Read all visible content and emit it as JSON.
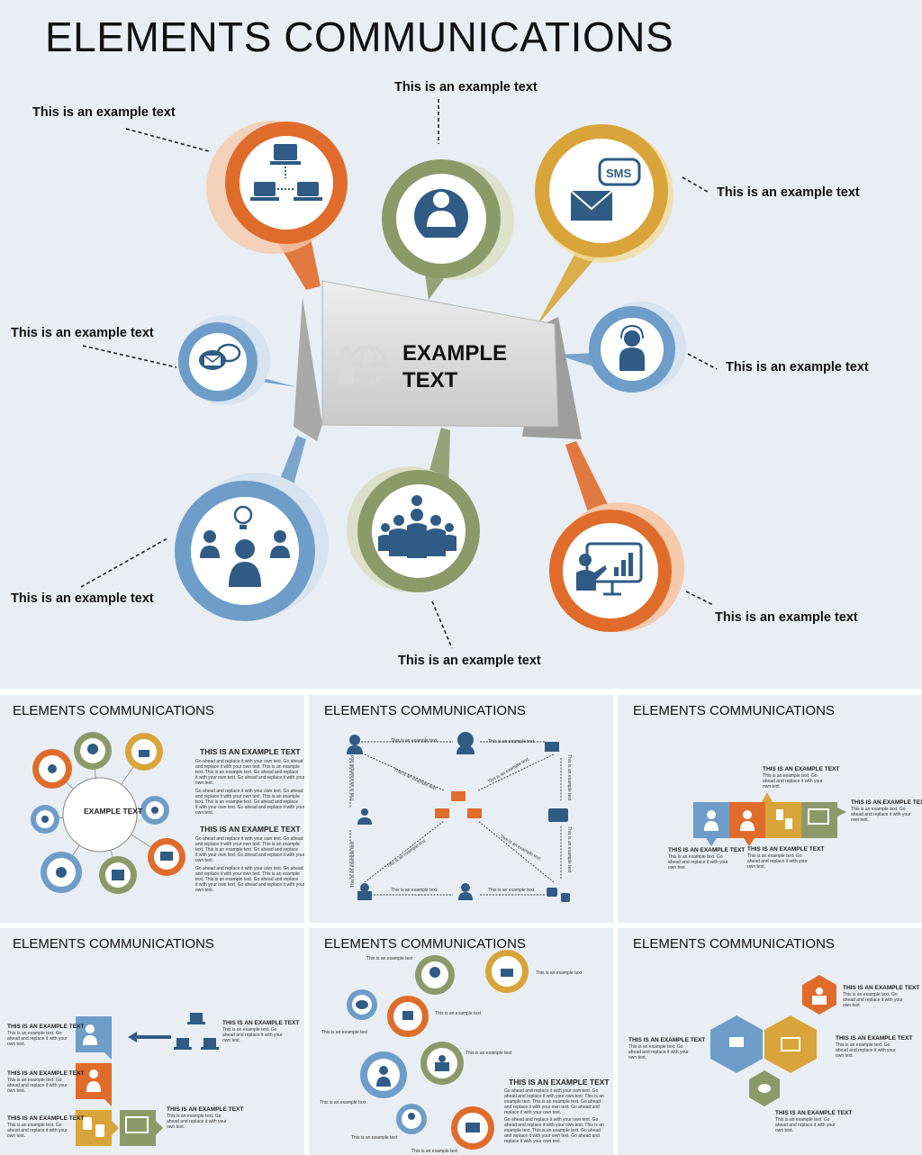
{
  "title": "ELEMENTS COMMUNICATIONS",
  "center_label_line1": "EXAMPLE",
  "center_label_line2": "TEXT",
  "callout_text": "This is an example text",
  "callouts": [
    {
      "id": "network",
      "icon": "network-icon",
      "color": "#e06c2c"
    },
    {
      "id": "operator",
      "icon": "phone-operator-icon",
      "color": "#8c9a6a"
    },
    {
      "id": "sms",
      "icon": "sms-envelope-icon",
      "color": "#d9a53a"
    },
    {
      "id": "chat",
      "icon": "chat-bubbles-icon",
      "color": "#6f9dc9"
    },
    {
      "id": "headset",
      "icon": "headset-person-icon",
      "color": "#6f9dc9"
    },
    {
      "id": "meeting",
      "icon": "meeting-idea-icon",
      "color": "#6f9dc9"
    },
    {
      "id": "team",
      "icon": "team-alert-icon",
      "color": "#8c9a6a"
    },
    {
      "id": "presentation",
      "icon": "presentation-icon",
      "color": "#e06c2c"
    }
  ],
  "labels": {
    "network": "This is an example text",
    "operator": "This is an example text",
    "sms": "This is an example text",
    "chat": "This is an example text",
    "headset": "This is an example text",
    "meeting": "This is an example text",
    "team": "This is an example text",
    "presentation": "This is an example text"
  },
  "thumbnails": {
    "t1": {
      "title": "ELEMENTS COMMUNICATIONS",
      "center": "EXAMPLE TEXT",
      "heading1": "THIS IS AN EXAMPLE TEXT",
      "heading2": "THIS IS AN EXAMPLE TEXT",
      "body": "Go ahead and replace it with your own text. This is an example text. Go ahead and replace it with your own text. Go ahead and replace it with your own text."
    },
    "t2": {
      "title": "ELEMENTS COMMUNICATIONS",
      "label": "This is an example text"
    },
    "t3": {
      "title": "ELEMENTS COMMUNICATIONS",
      "heading": "THIS IS AN EXAMPLE TEXT",
      "body": "This is an example text. Go ahead and replace it with your own text."
    },
    "t4": {
      "title": "ELEMENTS COMMUNICATIONS",
      "heading": "THIS IS AN EXAMPLE TEXT",
      "body": "This is an example text. Go ahead and replace it with your own text."
    },
    "t5": {
      "title": "ELEMENTS COMMUNICATIONS",
      "label": "This is an example text",
      "heading": "THIS IS AN EXAMPLE TEXT",
      "body": "Go ahead and replace it with your own text. Go ahead and replace it with your own text. This is an example text."
    },
    "t6": {
      "title": "ELEMENTS COMMUNICATIONS",
      "heading": "THIS IS AN EXAMPLE TEXT",
      "body": "This is an example text. Go ahead and replace it with your own text."
    }
  },
  "colors": {
    "orange": "#e06c2c",
    "olive": "#8c9a6a",
    "gold": "#d9a53a",
    "blue": "#6f9dc9",
    "icon": "#2f5b85",
    "bg": "#e9eef4"
  }
}
